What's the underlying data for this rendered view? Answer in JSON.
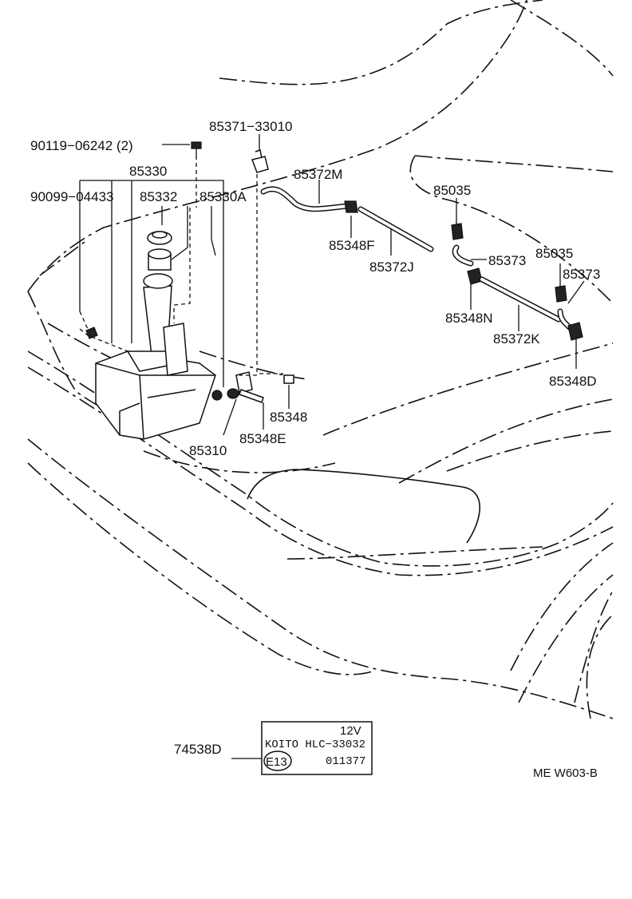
{
  "diagram_code": "ME W603-B",
  "labels": {
    "p90119": "90119−06242 (2)",
    "p85371": "85371−33010",
    "p85330": "85330",
    "p90099": "90099−04433",
    "p85332": "85332",
    "p85330A": "85330A",
    "p85372M": "85372M",
    "p85348F": "85348F",
    "p85372J": "85372J",
    "p85035a": "85035",
    "p85035b": "85035",
    "p85373a": "85373",
    "p85373b": "85373",
    "p85348N": "85348N",
    "p85372K": "85372K",
    "p85348D": "85348D",
    "p85348": "85348",
    "p85348E": "85348E",
    "p85310": "85310",
    "p74538D": "74538D"
  },
  "plate": {
    "voltage": "12V",
    "maker_model": "KOITO  HLC−33032",
    "mark": "E13",
    "number": "011377"
  }
}
